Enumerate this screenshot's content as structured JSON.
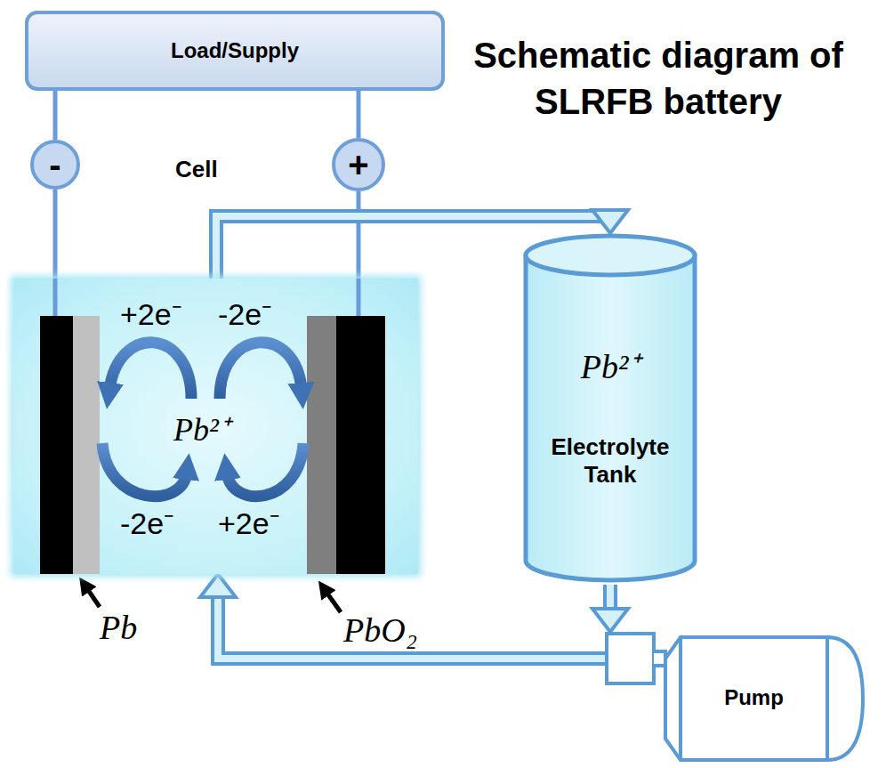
{
  "diagram": {
    "title": "Schematic diagram of SLRFB battery",
    "nodes": [
      {
        "text": [
          "Load/Supply"
        ]
      },
      {
        "text": [
          "-"
        ]
      },
      {
        "text": [
          "+"
        ]
      },
      {
        "text": [
          "Cell"
        ]
      },
      {
        "text": [
          "Pb²⁺",
          "Electrolyte Tank"
        ]
      },
      {
        "text": [
          "Pump"
        ]
      }
    ],
    "edges": [
      {
        "from": 0,
        "to": 1,
        "arrow": "none"
      },
      {
        "from": 0,
        "to": 2,
        "arrow": "none"
      },
      {
        "from": 1,
        "to": 3,
        "arrow": "none"
      },
      {
        "from": 2,
        "to": 3,
        "arrow": "none"
      },
      {
        "from": 3,
        "to": 4,
        "arrow": "to"
      },
      {
        "from": 4,
        "to": 5,
        "arrow": "to"
      },
      {
        "from": 5,
        "to": 3,
        "arrow": "to"
      }
    ],
    "labels": [
      "+2e⁻",
      "-2e⁻",
      "Pb²⁺",
      "-2e⁻",
      "+2e⁻",
      "Pb",
      "PbO₂"
    ]
  }
}
